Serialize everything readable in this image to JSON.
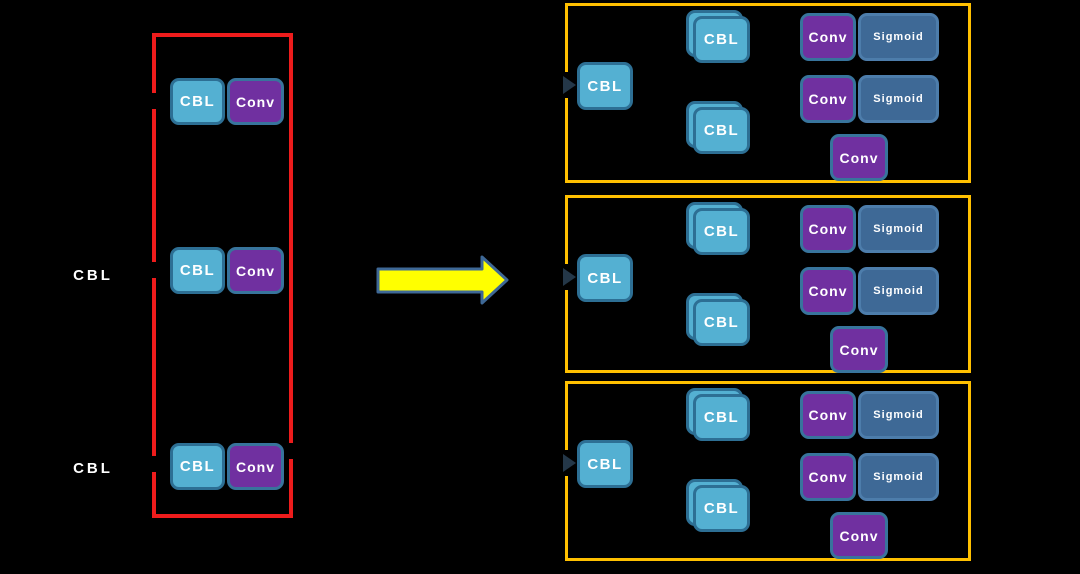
{
  "colors": {
    "background": "#000000",
    "red_group_border": "#ee1c1c",
    "panel_border": "#ffc000",
    "cbl_fill": "#54b0d2",
    "cbl_border": "#2d6f94",
    "conv_fill": "#7030a0",
    "conv_border": "#38749c",
    "sigmoid_fill": "#3e6996",
    "sigmoid_border": "#4d7dab",
    "arrow_fill": "#ffff00",
    "arrow_stroke": "#3e6896",
    "text": "#ffffff"
  },
  "left": {
    "labels": [
      "CBL",
      "CBL"
    ],
    "rows": [
      {
        "cbl": "CBL",
        "conv": "Conv"
      },
      {
        "cbl": "CBL",
        "conv": "Conv"
      },
      {
        "cbl": "CBL",
        "conv": "Conv"
      }
    ]
  },
  "panels": [
    {
      "input_cbl": "CBL",
      "stack_top": "CBL",
      "stack_bottom": "CBL",
      "row1": {
        "conv": "Conv",
        "sigmoid": "Sigmoid"
      },
      "row2": {
        "conv": "Conv",
        "sigmoid": "Sigmoid"
      },
      "out_conv": "Conv"
    },
    {
      "input_cbl": "CBL",
      "stack_top": "CBL",
      "stack_bottom": "CBL",
      "row1": {
        "conv": "Conv",
        "sigmoid": "Sigmoid"
      },
      "row2": {
        "conv": "Conv",
        "sigmoid": "Sigmoid"
      },
      "out_conv": "Conv"
    },
    {
      "input_cbl": "CBL",
      "stack_top": "CBL",
      "stack_bottom": "CBL",
      "row1": {
        "conv": "Conv",
        "sigmoid": "Sigmoid"
      },
      "row2": {
        "conv": "Conv",
        "sigmoid": "Sigmoid"
      },
      "out_conv": "Conv"
    }
  ]
}
